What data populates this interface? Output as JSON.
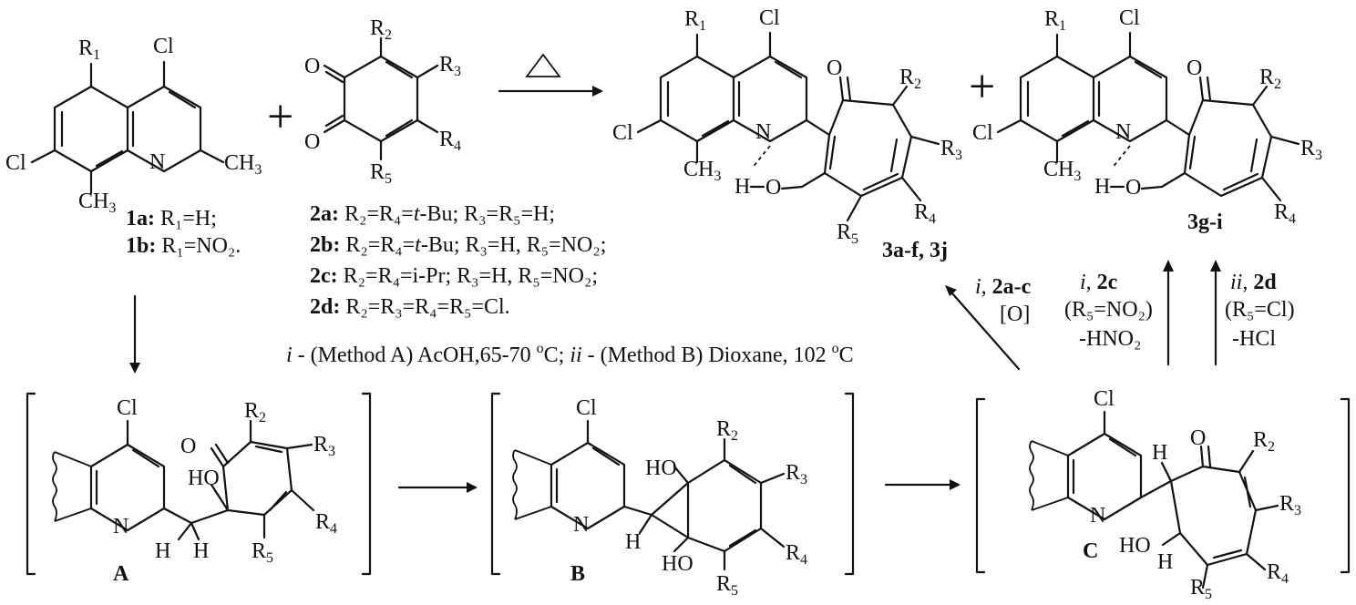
{
  "atoms": {
    "cl": "Cl",
    "n": "N",
    "o": "O",
    "h": "H",
    "ho": "HO",
    "ch3": "CH",
    "sub3": "3",
    "r": "R",
    "s1": "1",
    "s2": "2",
    "s3": "3",
    "s4": "4",
    "s5": "5"
  },
  "plus": "+",
  "heat": "△",
  "cmpd_1": {
    "line1_label": "1a:",
    "line1_text": " R₁=H;",
    "line2_label": "1b:",
    "line2_text": " R₁=NO₂."
  },
  "cmpd_2": [
    {
      "label": "2a:",
      "pre": " R₂=R₄=",
      "ital": "t",
      "post": "-Bu; R₃=R₅=H;"
    },
    {
      "label": "2b:",
      "pre": " R₂=R₄=",
      "ital": "t",
      "post": "-Bu; R₃=H, R₅=NO₂;"
    },
    {
      "label": "2c:",
      "pre": " R₂=R₄=i-Pr; R₃=H, R₅=NO₂;",
      "ital": "",
      "post": ""
    },
    {
      "label": "2d:",
      "pre": " R₂=R₃=R₄=R₅=Cl.",
      "ital": "",
      "post": ""
    }
  ],
  "product_labels": {
    "p1": "3a-f, 3j",
    "p2": "3g-i"
  },
  "conditions_text": {
    "i": "i",
    "method_a": " - (Method A) AcOH,65-70 ",
    "deg1": "o",
    "c1": "C; ",
    "ii": "ii",
    "method_b": " - (Method B) Dioxane, 102 ",
    "deg2": "o",
    "c2": "C"
  },
  "arrow_labels": {
    "a1_i": "i,",
    "a1_cmpd": " 2a-c",
    "a1_ox": "[O]",
    "a2_i": "i,",
    "a2_cmpd": " 2c",
    "a2_cond": "(R₅=NO₂)",
    "a2_loss": "-HNO₂",
    "a3_i": "ii,",
    "a3_cmpd": " 2d",
    "a3_cond": "(R₅=Cl)",
    "a3_loss": "-HCl"
  },
  "intermediates": {
    "A": "A",
    "B": "B",
    "C": "C"
  }
}
